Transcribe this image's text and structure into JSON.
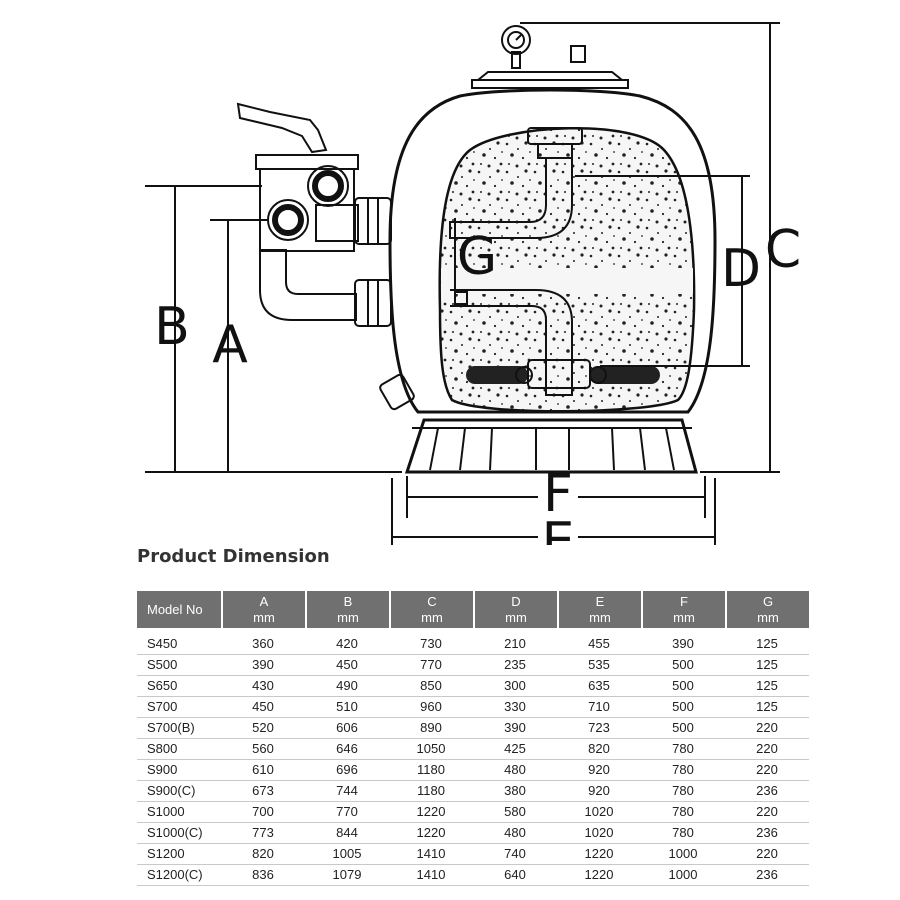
{
  "dimension_letters": [
    "A",
    "B",
    "C",
    "D",
    "E",
    "F",
    "G"
  ],
  "section_title": "Product Dimension",
  "table": {
    "model_header": "Model No",
    "columns": [
      {
        "label": "A",
        "unit": "mm"
      },
      {
        "label": "B",
        "unit": "mm"
      },
      {
        "label": "C",
        "unit": "mm"
      },
      {
        "label": "D",
        "unit": "mm"
      },
      {
        "label": "E",
        "unit": "mm"
      },
      {
        "label": "F",
        "unit": "mm"
      },
      {
        "label": "G",
        "unit": "mm"
      }
    ],
    "rows": [
      [
        "S450",
        "360",
        "420",
        "730",
        "210",
        "455",
        "390",
        "125"
      ],
      [
        "S500",
        "390",
        "450",
        "770",
        "235",
        "535",
        "500",
        "125"
      ],
      [
        "S650",
        "430",
        "490",
        "850",
        "300",
        "635",
        "500",
        "125"
      ],
      [
        "S700",
        "450",
        "510",
        "960",
        "330",
        "710",
        "500",
        "125"
      ],
      [
        "S700(B)",
        "520",
        "606",
        "890",
        "390",
        "723",
        "500",
        "220"
      ],
      [
        "S800",
        "560",
        "646",
        "1050",
        "425",
        "820",
        "780",
        "220"
      ],
      [
        "S900",
        "610",
        "696",
        "1180",
        "480",
        "920",
        "780",
        "220"
      ],
      [
        "S900(C)",
        "673",
        "744",
        "1180",
        "380",
        "920",
        "780",
        "236"
      ],
      [
        "S1000",
        "700",
        "770",
        "1220",
        "580",
        "1020",
        "780",
        "220"
      ],
      [
        "S1000(C)",
        "773",
        "844",
        "1220",
        "480",
        "1020",
        "780",
        "236"
      ],
      [
        "S1200",
        "820",
        "1005",
        "1410",
        "740",
        "1220",
        "1000",
        "220"
      ],
      [
        "S1200(C)",
        "836",
        "1079",
        "1410",
        "640",
        "1220",
        "1000",
        "236"
      ]
    ]
  }
}
